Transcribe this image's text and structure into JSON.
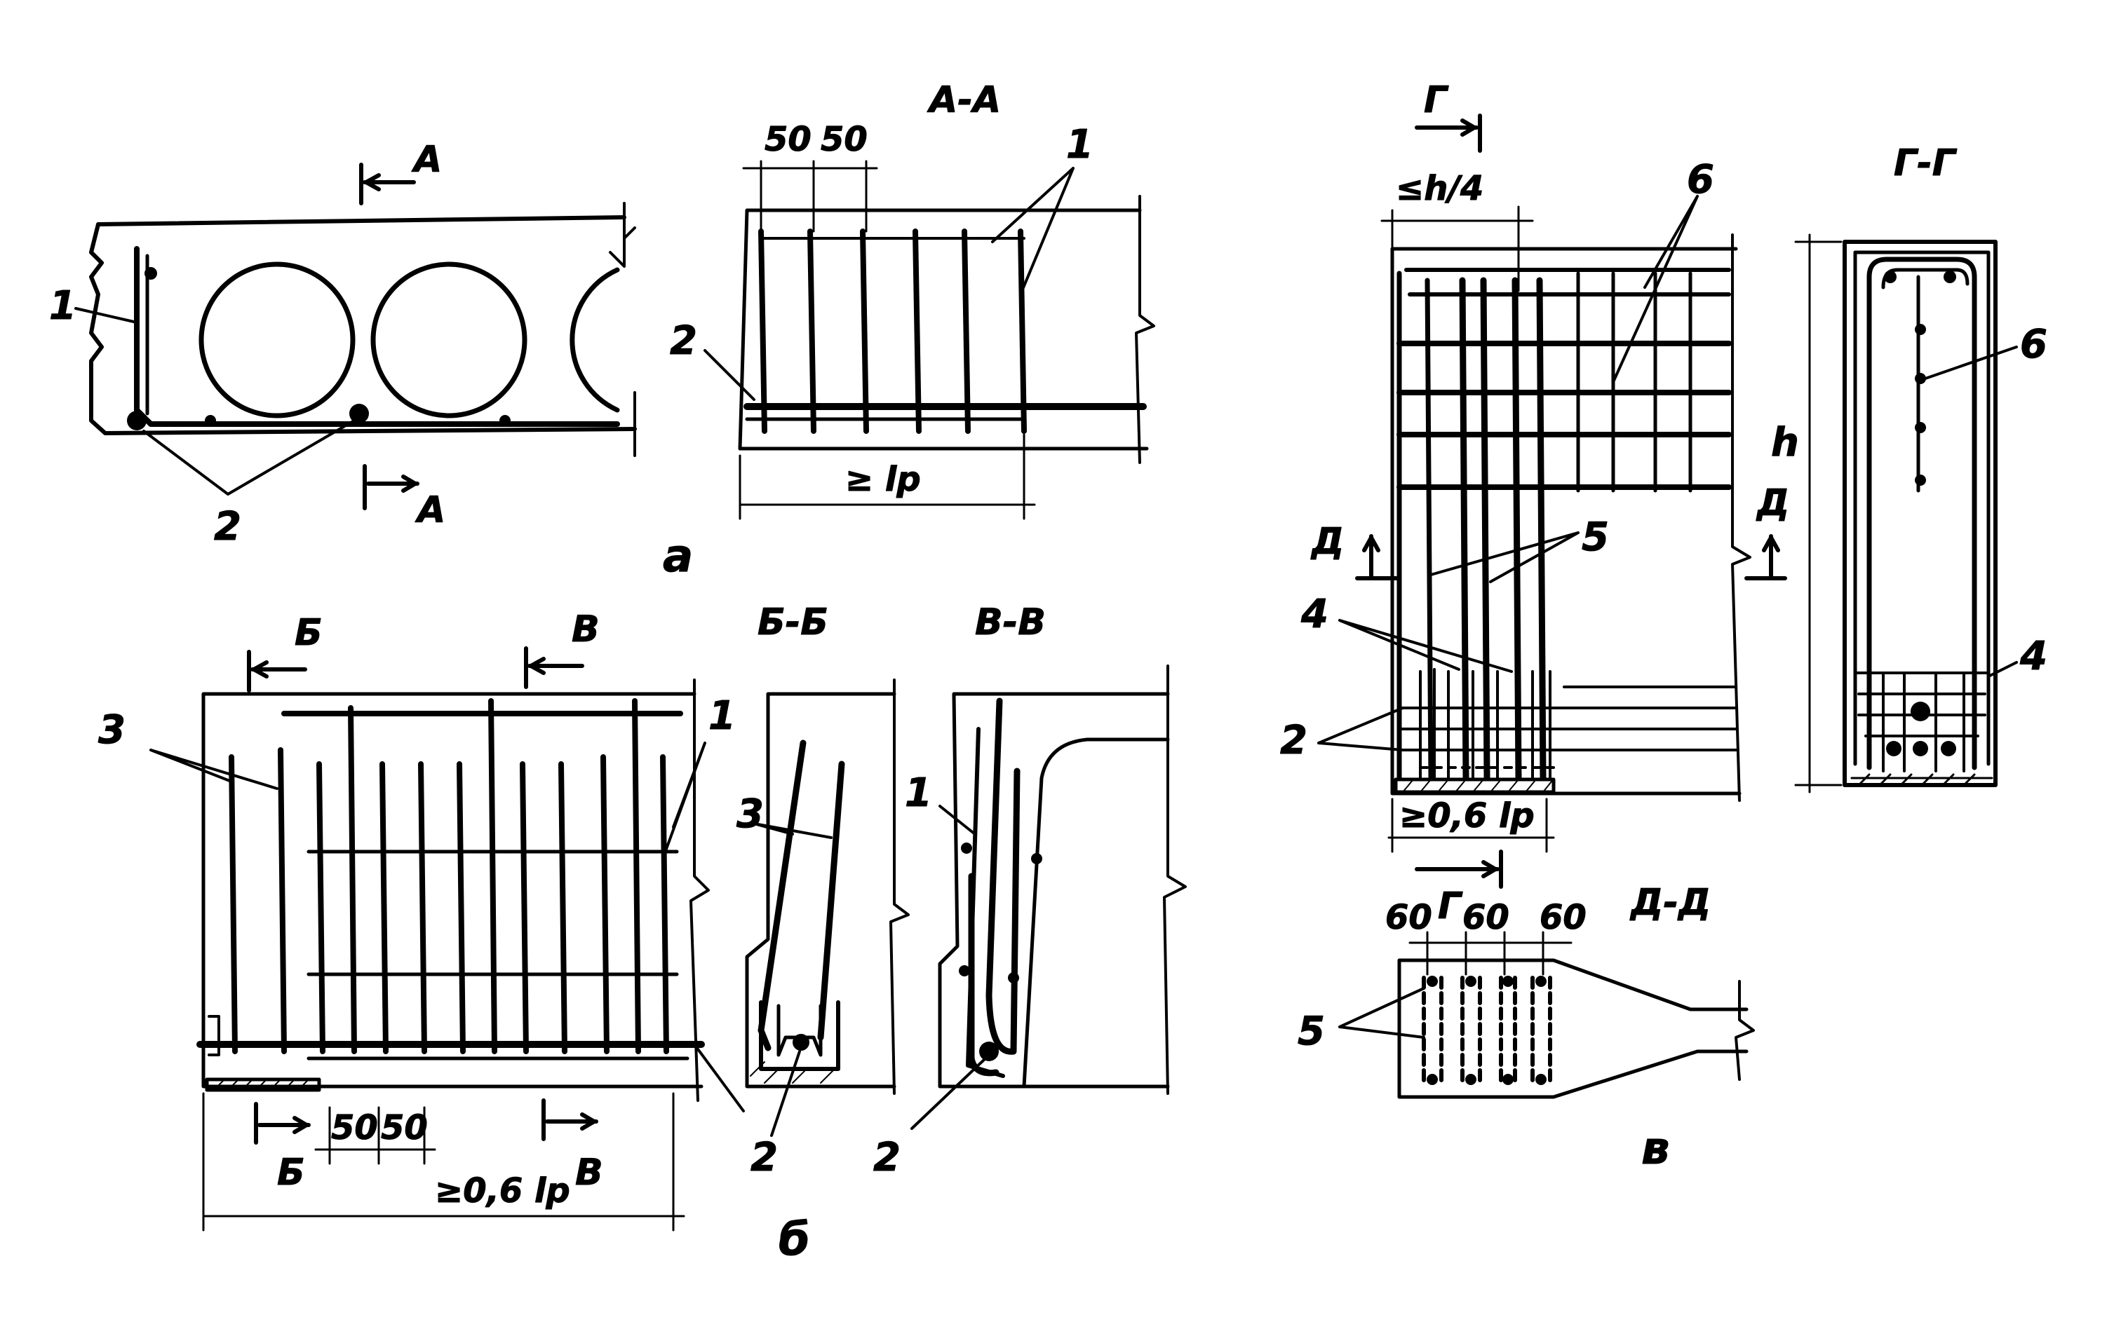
{
  "figure_a": {
    "label": "а",
    "section_mark": "А",
    "section_title": "А-А",
    "callouts": [
      "1",
      "2"
    ],
    "dims": [
      "50",
      "50"
    ],
    "dim_anchorage": "≥ lp"
  },
  "figure_b": {
    "label": "б",
    "section_mark_b": "Б",
    "section_mark_v": "В",
    "section_title_b": "Б-Б",
    "section_title_v": "В-В",
    "callouts": [
      "1",
      "2",
      "3"
    ],
    "dims": [
      "50",
      "50"
    ],
    "dim_anchorage": "≥0,6 lp"
  },
  "figure_v": {
    "label": "в",
    "section_mark_g": "Г",
    "section_mark_d": "Д",
    "section_title_g": "Г-Г",
    "section_title_d": "Д-Д",
    "callouts": [
      "2",
      "4",
      "5",
      "6"
    ],
    "dim_quarter": "≤h/4",
    "dim_height": "h",
    "dim_anchorage": "≥0,6 lp",
    "dims": [
      "60",
      "60",
      "60"
    ]
  }
}
